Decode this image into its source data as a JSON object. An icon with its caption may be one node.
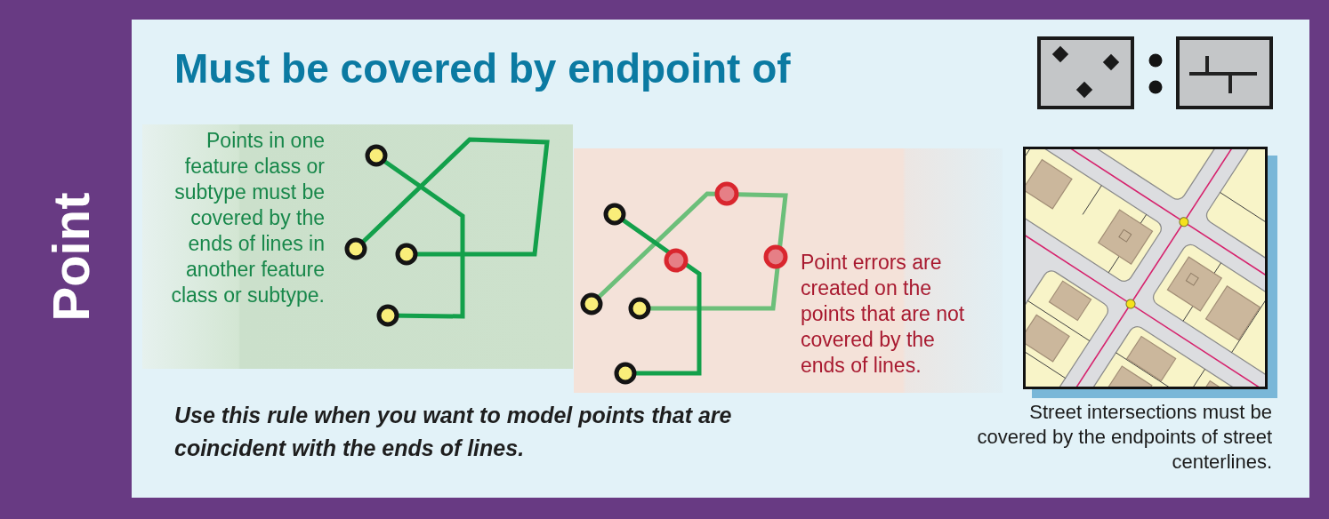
{
  "diagram": {
    "title": "Must be covered by endpoint of",
    "nodes": [
      {
        "text": [
          "Points in one feature class or subtype must be covered by the ends of lines in another feature class or subtype."
        ]
      },
      {
        "text": [
          "Point errors are created on the points that are not covered by the ends of lines."
        ]
      }
    ],
    "labels": [
      "Point",
      "Use this rule when you want to model points that are coincident with the ends of lines.",
      "Street intersections must be covered by the endpoints of street centerlines."
    ]
  }
}
